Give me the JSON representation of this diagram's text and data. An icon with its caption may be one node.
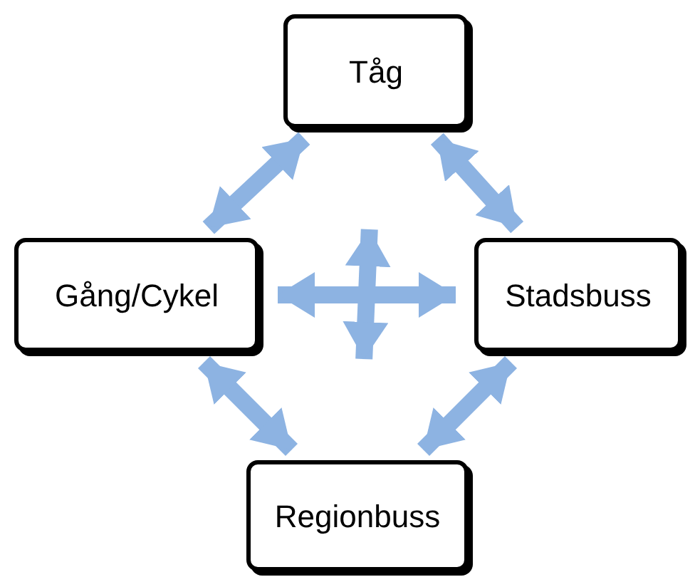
{
  "diagram": {
    "nodes": [
      {
        "text": [
          "Tåg"
        ]
      },
      {
        "text": [
          "Gång/Cykel"
        ]
      },
      {
        "text": [
          "Stadsbuss"
        ]
      },
      {
        "text": [
          "Regionbuss"
        ]
      }
    ],
    "edges": [
      {
        "from": 0,
        "to": 1,
        "arrow": "both"
      },
      {
        "from": 0,
        "to": 2,
        "arrow": "both"
      },
      {
        "from": 0,
        "to": 3,
        "arrow": "both"
      },
      {
        "from": 1,
        "to": 2,
        "arrow": "both"
      },
      {
        "from": 1,
        "to": 3,
        "arrow": "both"
      },
      {
        "from": 2,
        "to": 3,
        "arrow": "both"
      }
    ]
  }
}
